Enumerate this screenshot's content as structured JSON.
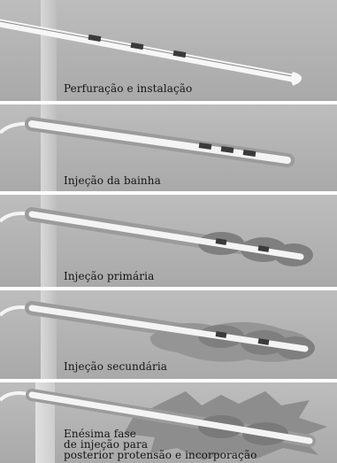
{
  "panels": [
    {
      "caption": "Perfuração e instalação"
    },
    {
      "caption": "Injeção da bainha"
    },
    {
      "caption": "Injeção primária"
    },
    {
      "caption": "Injeção secundária"
    },
    {
      "caption_lines": [
        "Enésima fase",
        "de injeção para",
        "posterior protensão e incorporação"
      ]
    }
  ],
  "colors": {
    "ground": "#b4b4b4",
    "wall": "#d2d2d2",
    "tube": "#f4f4f4",
    "grout": "#7f7f7f",
    "packer": "#3a3a3a"
  }
}
